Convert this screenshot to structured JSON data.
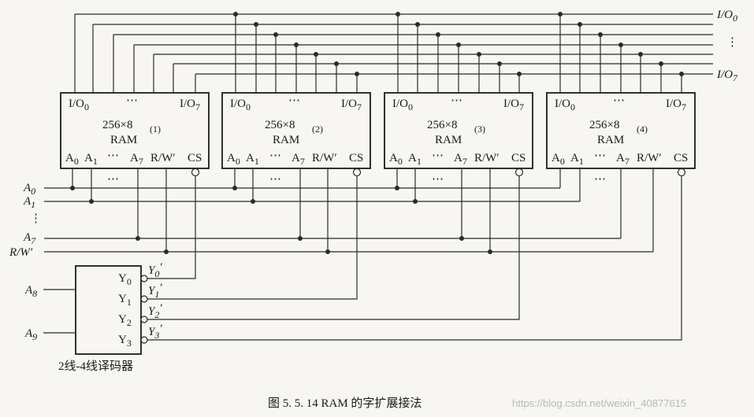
{
  "ram_chips": [
    {
      "size": "256×8",
      "type": "RAM",
      "index": "(1)",
      "io_first": "I/O",
      "io_first_sub": "0",
      "io_last": "I/O",
      "io_last_sub": "7",
      "a0": "A",
      "a0_sub": "0",
      "a1": "A",
      "a1_sub": "1",
      "a7": "A",
      "a7_sub": "7",
      "rw": "R/W′",
      "cs": "CS"
    },
    {
      "size": "256×8",
      "type": "RAM",
      "index": "(2)",
      "io_first": "I/O",
      "io_first_sub": "0",
      "io_last": "I/O",
      "io_last_sub": "7",
      "a0": "A",
      "a0_sub": "0",
      "a1": "A",
      "a1_sub": "1",
      "a7": "A",
      "a7_sub": "7",
      "rw": "R/W′",
      "cs": "CS"
    },
    {
      "size": "256×8",
      "type": "RAM",
      "index": "(3)",
      "io_first": "I/O",
      "io_first_sub": "0",
      "io_last": "I/O",
      "io_last_sub": "7",
      "a0": "A",
      "a0_sub": "0",
      "a1": "A",
      "a1_sub": "1",
      "a7": "A",
      "a7_sub": "7",
      "rw": "R/W′",
      "cs": "CS"
    },
    {
      "size": "256×8",
      "type": "RAM",
      "index": "(4)",
      "io_first": "I/O",
      "io_first_sub": "0",
      "io_last": "I/O",
      "io_last_sub": "7",
      "a0": "A",
      "a0_sub": "0",
      "a1": "A",
      "a1_sub": "1",
      "a7": "A",
      "a7_sub": "7",
      "rw": "R/W′",
      "cs": "CS"
    }
  ],
  "dots": "⋯",
  "vdots": "⋮",
  "io_bus": {
    "top": "I/O",
    "top_sub": "0",
    "bottom": "I/O",
    "bottom_sub": "7"
  },
  "address_bus": {
    "a0": "A",
    "a0_sub": "0",
    "a1": "A",
    "a1_sub": "1",
    "a7": "A",
    "a7_sub": "7",
    "rw": "R/W′"
  },
  "decoder": {
    "inputs": [
      {
        "name": "A",
        "sub": "8"
      },
      {
        "name": "A",
        "sub": "9"
      }
    ],
    "outputs": [
      {
        "pin": "Y",
        "pin_sub": "0",
        "sig": "Y",
        "sig_sub": "0",
        "prime": "′"
      },
      {
        "pin": "Y",
        "pin_sub": "1",
        "sig": "Y",
        "sig_sub": "1",
        "prime": "′"
      },
      {
        "pin": "Y",
        "pin_sub": "2",
        "sig": "Y",
        "sig_sub": "2",
        "prime": "′"
      },
      {
        "pin": "Y",
        "pin_sub": "3",
        "sig": "Y",
        "sig_sub": "3",
        "prime": "′"
      }
    ],
    "label": "2线-4线译码器"
  },
  "caption": "图 5. 5. 14   RAM 的字扩展接法",
  "watermark": "https://blog.csdn.net/weixin_40877615"
}
